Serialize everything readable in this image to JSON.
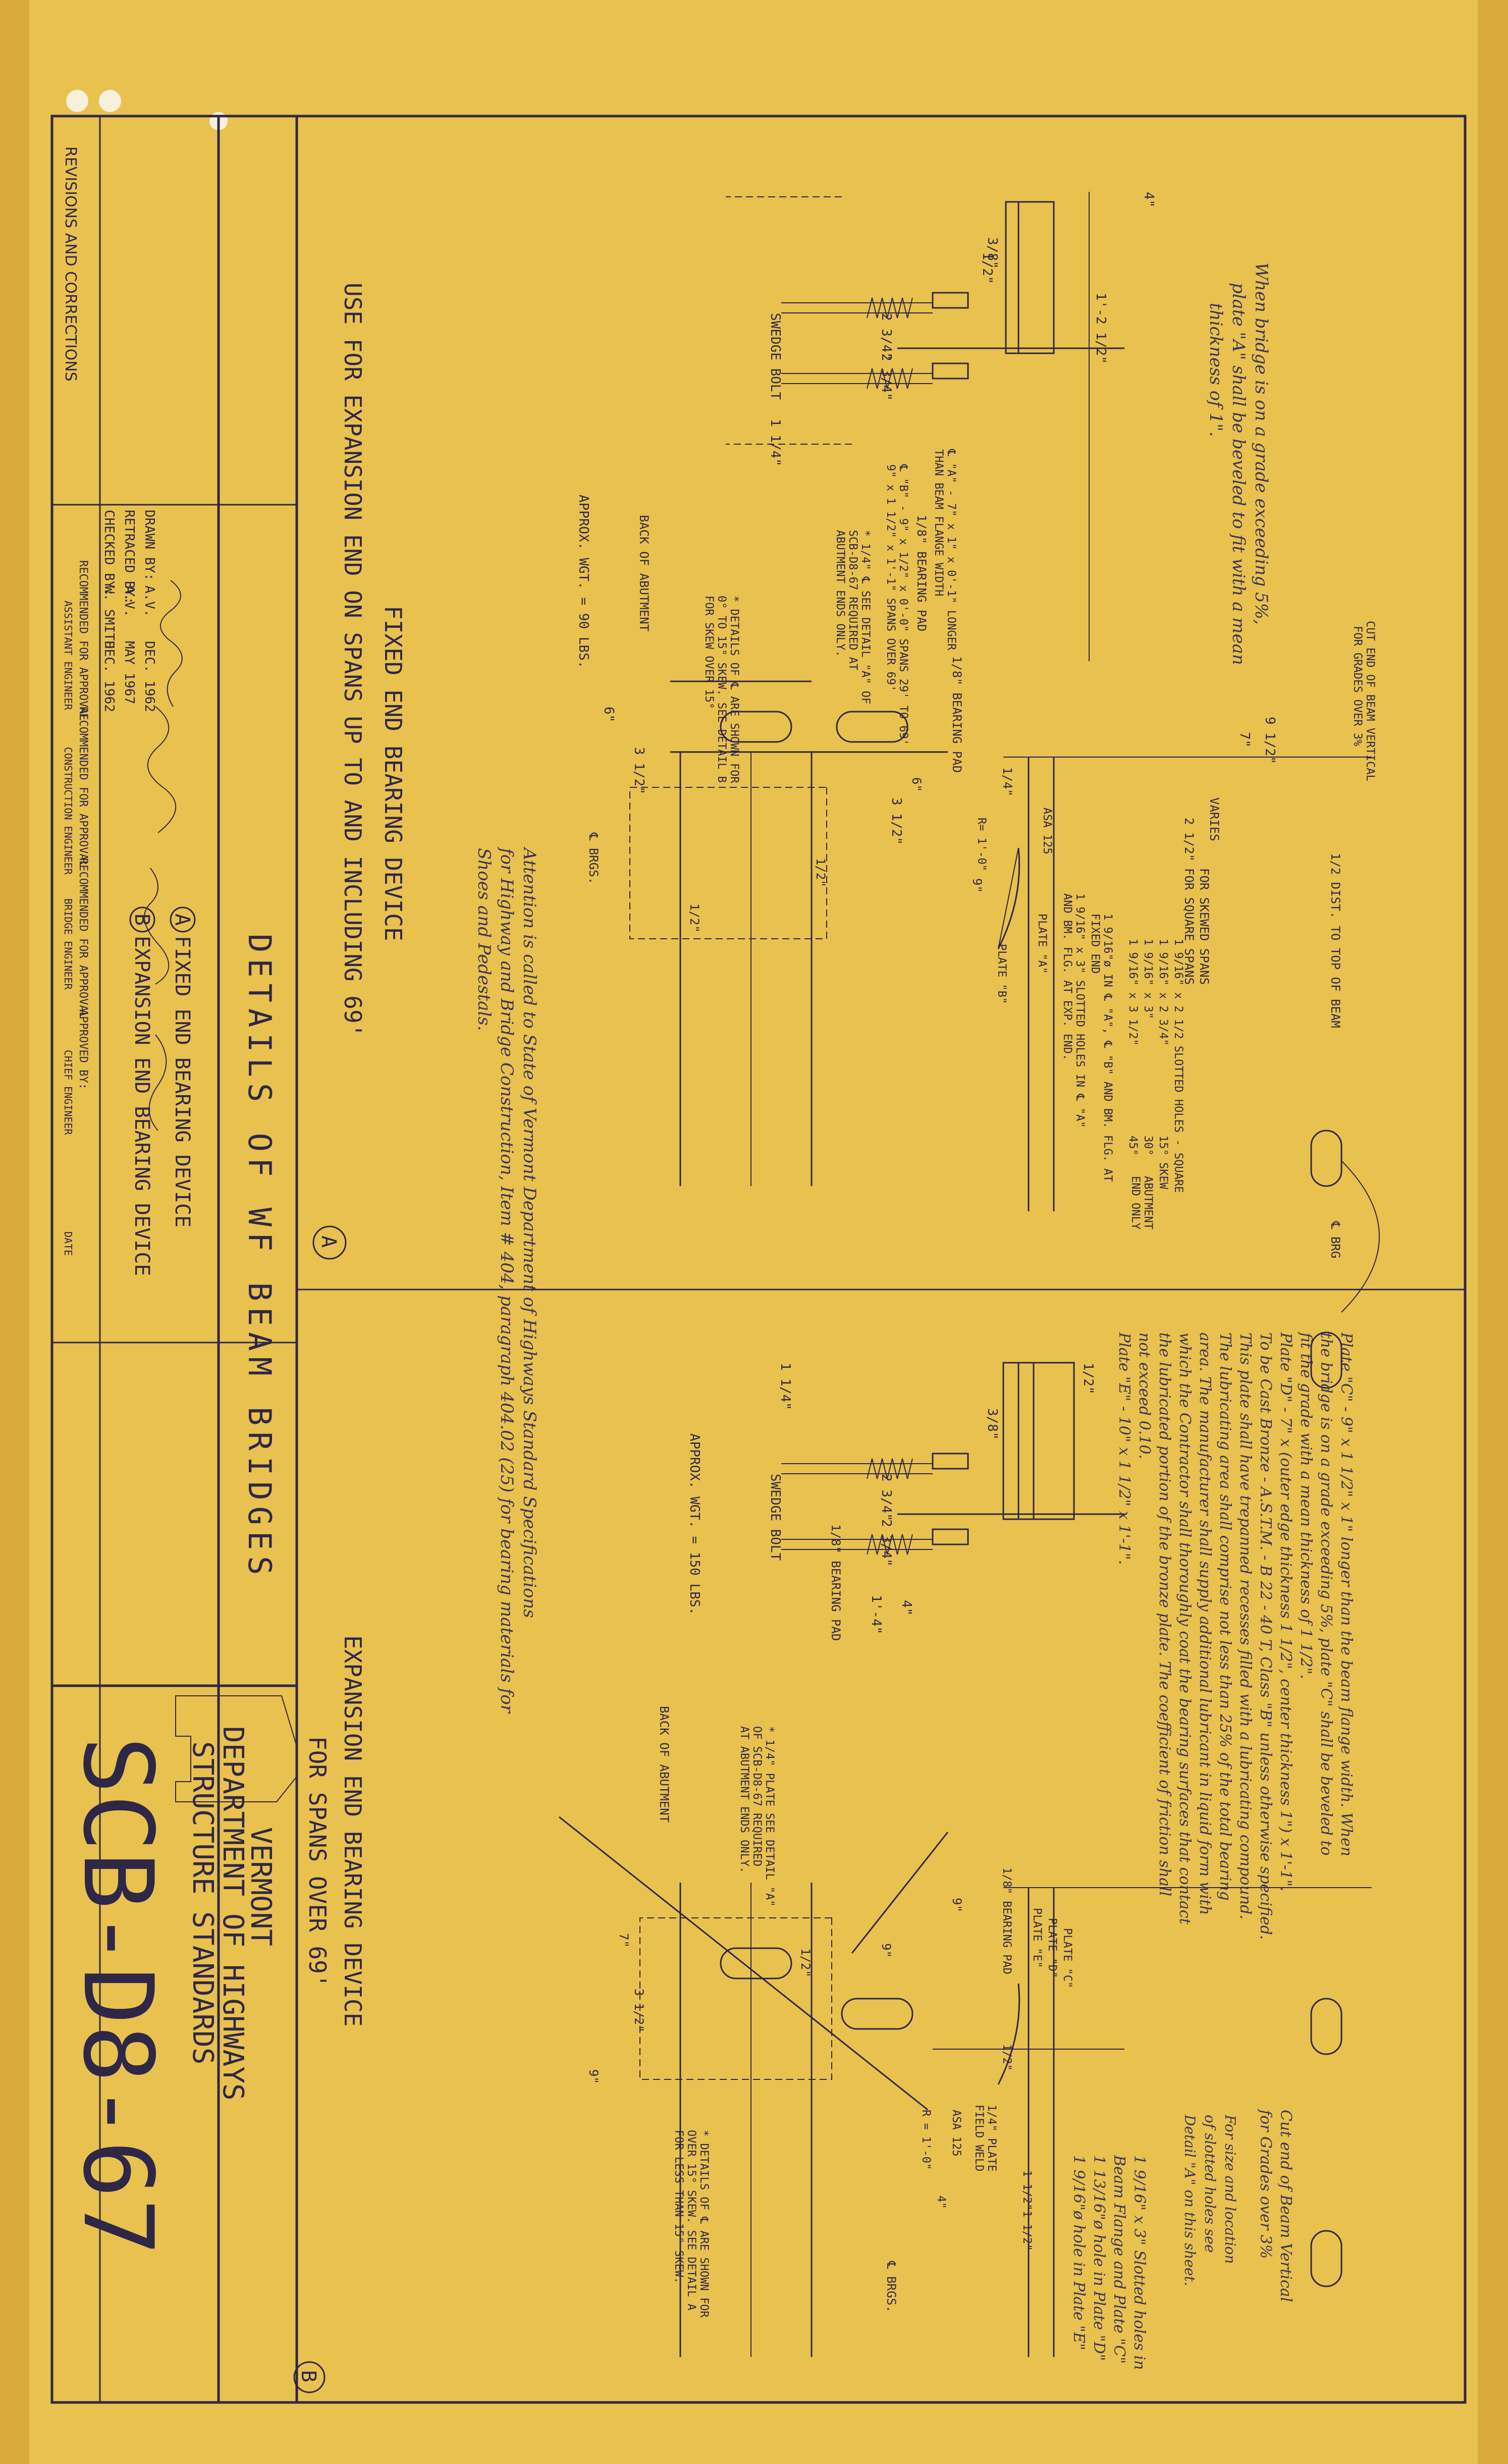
{
  "sheet": {
    "number": "SCB-D8-67",
    "agency": [
      "VERMONT",
      "DEPARTMENT OF HIGHWAYS",
      "STRUCTURE STANDARDS"
    ],
    "title": "DETAILS OF WF BEAM BRIDGES",
    "legend": [
      {
        "key": "A",
        "text": "FIXED END BEARING DEVICE"
      },
      {
        "key": "B",
        "text": "EXPANSION END BEARING DEVICE"
      }
    ],
    "revisions_label": "REVISIONS AND CORRECTIONS"
  },
  "title_block": {
    "rows": [
      {
        "label": "DRAWN BY:",
        "name": "A.V.",
        "date": "DEC. 1962"
      },
      {
        "label": "RETRACED BY:",
        "name": "A.V.",
        "date": "MAY 1967"
      },
      {
        "label": "CHECKED BY:",
        "name": "W. SMITH",
        "date": "DEC. 1962"
      }
    ],
    "approvals": [
      {
        "label": "RECOMMENDED FOR APPROVAL",
        "role": "ASSISTANT ENGINEER"
      },
      {
        "label": "RECOMMENDED FOR APPROVAL",
        "role": "CONSTRUCTION ENGINEER"
      },
      {
        "label": "RECOMMENDED FOR APPROVAL",
        "role": "BRIDGE ENGINEER"
      },
      {
        "label": "APPROVED BY:",
        "role": "CHIEF ENGINEER"
      }
    ],
    "date_label": "DATE"
  },
  "view_a": {
    "marker": "A",
    "heading1": "FIXED END BEARING DEVICE",
    "heading2": "USE FOR EXPANSION END ON SPANS UP TO AND INCLUDING 69'",
    "note_grade": [
      "When bridge is on a grade exceeding 5%,",
      "plate \"A\" shall be beveled to fit with a mean",
      "thickness of 1\"."
    ],
    "weight": "APPROX. WGT. = 90 LBS.",
    "swedge": "SWEDGE BOLT",
    "pad1": "1/8\" BEARING PAD",
    "pad2": "1/8\" BEARING PAD",
    "plate_a_note": [
      "℄ \"A\" - 7\" x 1\" x 0'-1\" LONGER",
      "THAN BEAM FLANGE WIDTH"
    ],
    "span_note": [
      "℄ \"B\" - 9\" x 1/2\" x 0'-0\" SPANS 29' TO 69'",
      "9\" x 1 1/2\" x 1'-1\" SPANS OVER 69'"
    ],
    "star_note1": [
      "* 1/4\" ℄ SEE DETAIL \"A\" OF",
      "SCB-D8-67 REQUIRED AT",
      "ABUTMENT ENDS ONLY."
    ],
    "star_note2": [
      "* DETAILS OF ℄ ARE SHOWN FOR",
      "0° TO 15° SKEW. SEE DETAIL B",
      "FOR SKEW OVER 15°"
    ],
    "back_abutment": "BACK OF ABUTMENT",
    "cut_end": [
      "CUT END OF BEAM VERTICAL",
      "FOR GRADES OVER 3%"
    ],
    "dist_top": "1/2 DIST. TO TOP OF BEAM",
    "brg": "℄ BRG",
    "brgs": "℄ BRGS.",
    "for_square": "FOR SQUARE SPANS",
    "for_skewed": "FOR SKEWED SPANS",
    "varies": "VARIES",
    "slotted_table": [
      {
        "hole": "1 9/16\" x 2 1/2 SLOTTED HOLES - SQUARE",
        "skew": ""
      },
      {
        "hole": "1 9/16\" x 2 3/4\"",
        "skew": "15° SKEW"
      },
      {
        "hole": "1 9/16\" x 3\"",
        "skew": "30°"
      },
      {
        "hole": "1 9/16\" x 3 1/2\"",
        "skew": "45°"
      }
    ],
    "abut_ends": [
      "ABUTMENT",
      "END ONLY"
    ],
    "fixed_note": [
      "1 9/16\"ø IN ℄ \"A\", ℄ \"B\" AND BM. FLG. AT",
      "FIXED END"
    ],
    "exp_note": [
      "1 9/16\" x 3\" SLOTTED HOLES IN ℄ \"A\"",
      "AND BM. FLG. AT EXP. END."
    ],
    "asa": "ASA 125",
    "plate_a": "PLATE \"A\"",
    "plate_b": "PLATE \"B\"",
    "radius": "R= 1'-0\"",
    "dims": {
      "d1": "1'-2 1/2\"",
      "d2": "4\"",
      "d3": "1/2\"",
      "d4": "3/8\"",
      "d5": "2 3/4\"",
      "d6": "2 3/4\"",
      "d7": "1 1/4\"",
      "d8": "9 1/2\"",
      "d9": "7\"",
      "d10": "3 1/2\"",
      "d11": "6\"",
      "d12": "3 1/2\"",
      "d13": "1/2\"",
      "d14": "1/2\"",
      "d15": "6\"",
      "d16": "1/4\"",
      "d17": "2 1/2\"",
      "d18": "9\""
    }
  },
  "view_b": {
    "marker": "B",
    "heading1": "EXPANSION END BEARING DEVICE",
    "heading2": "FOR SPANS OVER 69'",
    "notes": [
      "Plate \"C\" - 9\" x 1 1/2\" x 1\" longer than the beam flange width. When",
      "the bridge is on a grade exceeding 5%, plate \"C\" shall be beveled to",
      "fit the grade with a mean thickness of 1 1/2\".",
      "Plate \"D\" - 7\" x (outer edge thickness 1 1/2\", center thickness 1\") x 1'-1\".",
      "To be Cast Bronze - A.S.T.M. - B 22 - 40 T, Class \"B\" unless otherwise specified.",
      "This plate shall have trepanned recesses filled with a lubricating compound.",
      "The lubricating area shall comprise not less than 25% of the total bearing",
      "area. The manufacturer shall supply additional lubricant in liquid form with",
      "which the Contractor shall thoroughly coat the bearing surfaces that contact",
      "the lubricated portion of the bronze plate. The coefficient of friction shall",
      "not exceed 0.10.",
      "Plate \"E\" - 10\" x 1 1/2\" x 1'-1\"."
    ],
    "weight": "APPROX. WGT. = 150 LBS.",
    "swedge": "SWEDGE BOLT",
    "pad": "1/8\" BEARING PAD",
    "pad2": "1/8\" BEARING PAD",
    "star_note1": [
      "* 1/4\" PLATE SEE DETAIL \"A\"",
      "OF SCB-D8-67 REQUIRED",
      "AT ABUTMENT ENDS ONLY."
    ],
    "star_note2": [
      "* DETAILS OF ℄ ARE SHOWN FOR",
      "OVER 15° SKEW. SEE DETAIL A",
      "FOR LESS THAN 15° SKEW."
    ],
    "back_abutment": "BACK OF ABUTMENT",
    "cut_end": [
      "Cut end of Beam Vertical",
      "for Grades over 3%"
    ],
    "size_note": [
      "For size and location",
      "of slotted holes see",
      "Detail \"A\" on this sheet."
    ],
    "hole_notes": [
      "1 9/16\" x 3\" Slotted holes in",
      "Beam Flange and Plate \"C\"",
      "1 13/16\"ø hole in Plate \"D\"",
      "1 9/16\"ø hole in Plate \"E\""
    ],
    "plates": [
      "PLATE \"C\"",
      "PLATE \"D\"",
      "PLATE \"E\""
    ],
    "field_weld": [
      "1/4\" PLATE",
      "FIELD WELD"
    ],
    "asa": "ASA 125",
    "radius": "R = 1'-0\"",
    "brgs": "℄ BRGS.",
    "dims": {
      "d1": "1/2\"",
      "d2": "3/8\"",
      "d3": "2 3/4\"",
      "d4": "2 3/4\"",
      "d5": "1 1/4\"",
      "d6": "1'-4\"",
      "d7": "4\"",
      "d8": "7\"",
      "d9": "9\"",
      "d10": "3 1/2\"",
      "d11": "1/2\"",
      "d12": "9\"",
      "d13": "9\"",
      "d14": "1 1/2\"",
      "d15": "1 1/2\"",
      "d16": "4\"",
      "d17": "1/2\""
    }
  },
  "attention": [
    "Attention is called to State of Vermont Department of Highways Standard Specifications",
    "for Highway and Bridge Construction, Item # 404, paragraph 404.02 (25) for bearing materials for",
    "Shoes and Pedestals."
  ]
}
